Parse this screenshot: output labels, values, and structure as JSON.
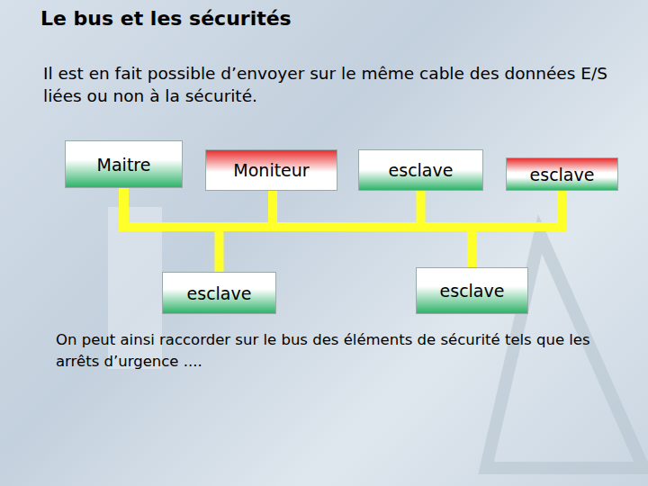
{
  "diagram": {
    "title": "Le bus et les sécurités",
    "caption": "On peut ainsi raccorder sur le bus des éléments de sécurité tels que les arrêts d’urgence ....",
    "nodes": [
      {
        "text": [
          "Maitre"
        ]
      },
      {
        "text": [
          "Moniteur"
        ]
      },
      {
        "text": [
          "esclave"
        ]
      },
      {
        "text": [
          "esclave"
        ]
      },
      {
        "text": [
          "esclave"
        ]
      },
      {
        "text": [
          "esclave"
        ]
      }
    ],
    "edges": [
      {
        "from": 0,
        "to": 1,
        "arrow": "none"
      },
      {
        "from": 0,
        "to": 2,
        "arrow": "none"
      },
      {
        "from": 0,
        "to": 3,
        "arrow": "none"
      },
      {
        "from": 0,
        "to": 4,
        "arrow": "none"
      },
      {
        "from": 0,
        "to": 5,
        "arrow": "none"
      }
    ],
    "labels": [
      "Il est en fait possible d’envoyer sur le même cable des données E/S liées ou non à la sécurité."
    ]
  }
}
